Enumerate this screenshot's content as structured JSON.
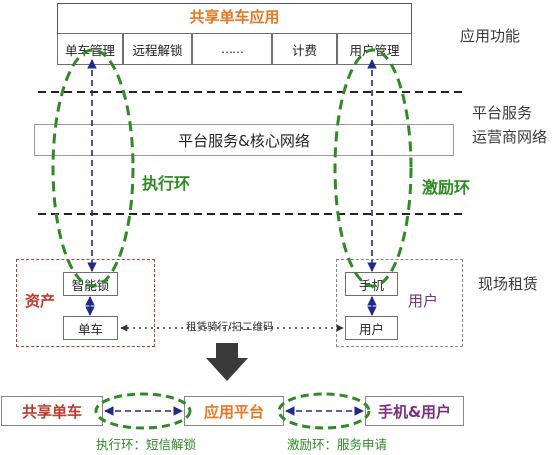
{
  "app_title": "共享单车应用",
  "app_modules": [
    "单车管理",
    "远程解锁",
    "……",
    "计费",
    "用户管理"
  ],
  "side_labels": {
    "application": "应用功能",
    "platform_1": "平台服务",
    "platform_2": "运营商网络",
    "field": "现场租赁"
  },
  "platform_bar": "平台服务&核心网络",
  "loops": {
    "execution": "执行环",
    "incentive": "激励环"
  },
  "asset_group": {
    "label": "资产",
    "smart_lock": "智能锁",
    "bike": "单车"
  },
  "user_group": {
    "label": "用户",
    "phone": "手机",
    "user": "用户"
  },
  "rent_link": "租赁骑行/扫二维码",
  "bottom_flow": {
    "left": "共享单车",
    "middle": "应用平台",
    "right": "手机&用户",
    "caption_left": "执行环：短信解锁",
    "caption_right": "激励环：服务申请"
  },
  "colors": {
    "loop_green": "#2f8a25",
    "arrow_navy": "#1f2a8c",
    "title_orange": "#e87722",
    "asset_red": "#c0392b",
    "user_purple": "#7b2f7f"
  }
}
